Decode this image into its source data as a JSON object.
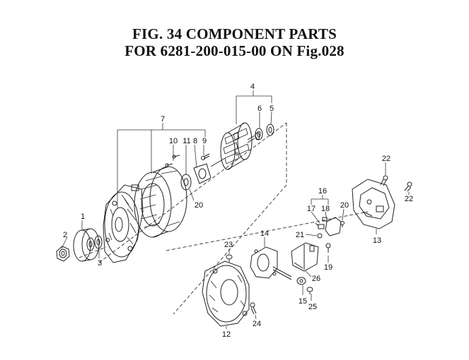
{
  "figure": {
    "title_line1": "FIG. 34  COMPONENT PARTS",
    "title_line2": "FOR 6281-200-015-00 ON Fig.028"
  },
  "callouts": {
    "c1": "1",
    "c2": "2",
    "c3": "3",
    "c4": "4",
    "c5": "5",
    "c6": "6",
    "c7": "7",
    "c8": "8",
    "c9": "9",
    "c10": "10",
    "c11": "11",
    "c12": "12",
    "c13": "13",
    "c14": "14",
    "c15": "15",
    "c16": "16",
    "c17": "17",
    "c18": "18",
    "c19": "19",
    "c20a": "20",
    "c20b": "20",
    "c21": "21",
    "c22a": "22",
    "c22b": "22",
    "c23": "23",
    "c24": "24",
    "c25": "25",
    "c26": "26"
  }
}
